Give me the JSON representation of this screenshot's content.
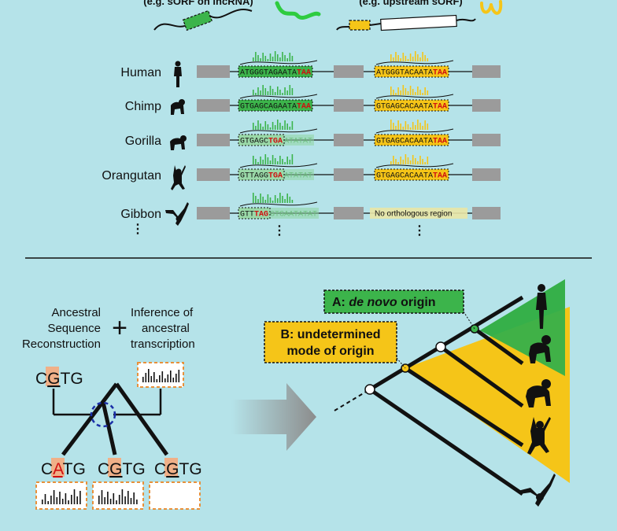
{
  "top": {
    "left_caption": "(e.g. sORF on lncRNA)",
    "right_caption": "(e.g. upstream sORF)"
  },
  "species": [
    {
      "name": "Human",
      "seqA": "ATGGGTAGAATA",
      "stopA": "TAA",
      "tailA": "",
      "seqB": "ATGGGTACAATA",
      "stopB": "TAA"
    },
    {
      "name": "Chimp",
      "seqA": "GTGAGCAGAATA",
      "stopA": "TAA",
      "tailA": "",
      "seqB": "GTGAGCACAATA",
      "stopB": "TAA"
    },
    {
      "name": "Gorilla",
      "seqA": "GTGAGC",
      "stopA": "TGA",
      "tailA": "ATATAT",
      "seqB": "GTGAGCACAATA",
      "stopB": "TAA"
    },
    {
      "name": "Orangutan",
      "seqA": "GTTAGG",
      "stopA": "TGA",
      "tailA": "ATATAT",
      "seqB": "GTGAGCACAATA",
      "stopB": "TAA"
    },
    {
      "name": "Gibbon",
      "seqA": "GTT",
      "stopA": "TAG",
      "tailA": "GTGAATATAT",
      "seqB": "",
      "stopB": "",
      "noOrtho": "No orthologous region"
    }
  ],
  "ellipsis": "⋮",
  "bottom": {
    "asr": [
      "Ancestral",
      "Sequence",
      "Reconstruction"
    ],
    "plus": "+",
    "transcription": [
      "Inference of",
      "ancestral",
      "transcription"
    ],
    "ancestor_seq": {
      "pre": "C",
      "mid": "G",
      "post": "TG"
    },
    "leaves": [
      {
        "pre": "C",
        "mid": "A",
        "post": "TG",
        "mid_color": "#d01010"
      },
      {
        "pre": "C",
        "mid": "G",
        "post": "TG",
        "mid_color": "#111111"
      },
      {
        "pre": "C",
        "mid": "G",
        "post": "TG",
        "mid_color": "#111111"
      }
    ],
    "label_a": {
      "prefix": "A: ",
      "italic": "de novo",
      "suffix": " origin"
    },
    "label_b": [
      "B: undetermined",
      "mode of origin"
    ]
  },
  "colors": {
    "background": "#b5e3e9",
    "green": "#3cb44b",
    "yellow": "#f5c518",
    "stop_red": "#d01010",
    "exon_gray": "#9b9b9b",
    "orange_dash": "#e8903a"
  },
  "icons": [
    "human-silhouette-icon",
    "chimp-silhouette-icon",
    "gorilla-silhouette-icon",
    "orangutan-silhouette-icon",
    "gibbon-silhouette-icon",
    "arrow-icon"
  ]
}
